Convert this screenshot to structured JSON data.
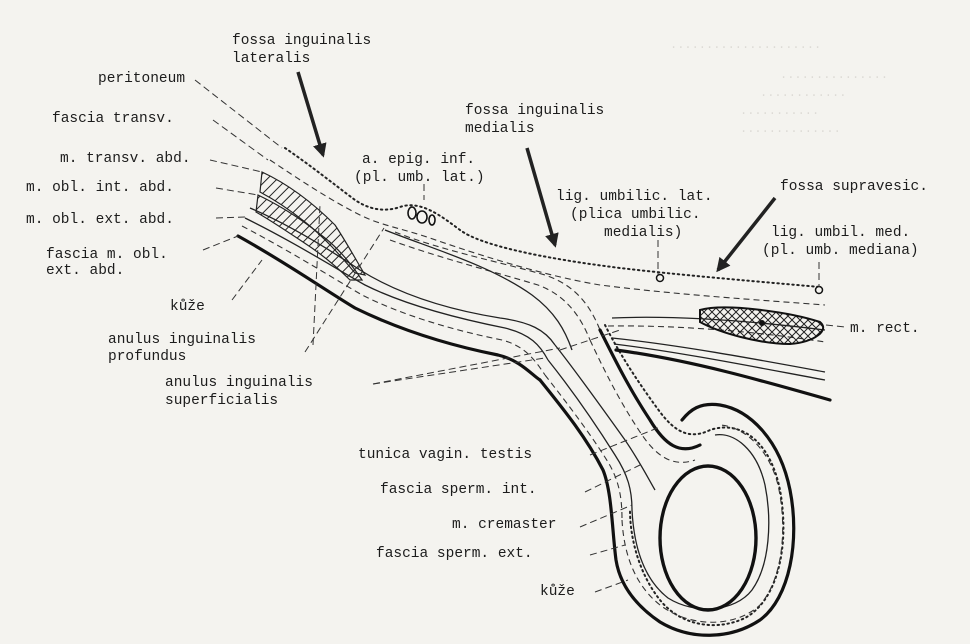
{
  "labels": {
    "fossa_ing_lat_1": "fossa inguinalis",
    "fossa_ing_lat_2": "lateralis",
    "peritoneum": "peritoneum",
    "fascia_transv": "fascia transv.",
    "m_transv_abd": "m. transv. abd.",
    "m_obl_int_abd": "m. obl. int. abd.",
    "m_obl_ext_abd": "m. obl. ext. abd.",
    "fascia_obl_1": "fascia  m. obl.",
    "fascia_obl_2": "ext. abd.",
    "kuze_top": "kůže",
    "anulus_prof_1": "anulus inguinalis",
    "anulus_prof_2": "profundus",
    "anulus_sup_1": "anulus inguinalis",
    "anulus_sup_2": "superficialis",
    "a_epig_1": "a. epig. inf.",
    "a_epig_2": "(pl. umb. lat.)",
    "fossa_ing_med_1": "fossa inguinalis",
    "fossa_ing_med_2": "medialis",
    "lig_umb_lat_1": "lig. umbilic. lat.",
    "lig_umb_lat_2": "(plica umbilic.",
    "lig_umb_lat_3": "medialis)",
    "fossa_supravesic": "fossa supravesic.",
    "lig_umb_med_1": "lig. umbil. med.",
    "lig_umb_med_2": "(pl. umb. mediana)",
    "m_rect": "m. rect.",
    "tunica": "tunica vagin. testis",
    "fascia_sperm_int": "fascia sperm. int.",
    "m_cremaster": "m. cremaster",
    "fascia_sperm_ext": "fascia sperm. ext.",
    "kuze_bottom": "kůže"
  }
}
